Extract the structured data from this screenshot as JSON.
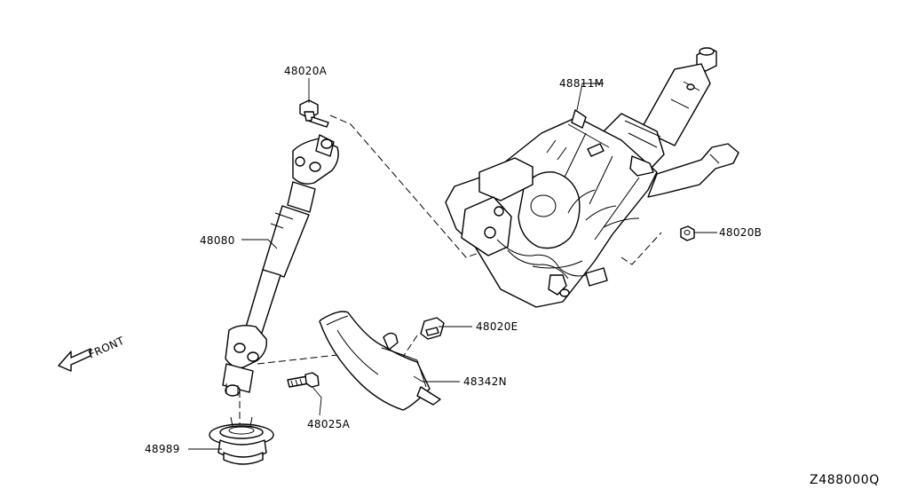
{
  "labels": {
    "p48020A": "48020A",
    "p48811M": "48811M",
    "p48080": "48080",
    "p48020B": "48020B",
    "p48020E": "48020E",
    "p48342N": "48342N",
    "p48025A": "48025A",
    "p48989": "48989"
  },
  "direction": "FRONT",
  "diagram_code": "Z488000Q"
}
